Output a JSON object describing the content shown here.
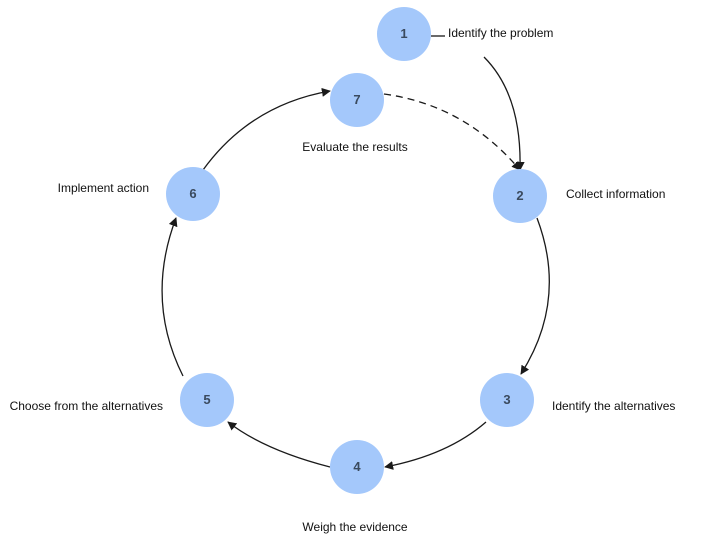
{
  "diagram": {
    "node_color": "#a4c8fb",
    "steps": [
      {
        "number": "1",
        "label": "Identify the problem"
      },
      {
        "number": "2",
        "label": "Collect information"
      },
      {
        "number": "3",
        "label": "Identify the alternatives"
      },
      {
        "number": "4",
        "label": "Weigh the evidence"
      },
      {
        "number": "5",
        "label": "Choose from the alternatives"
      },
      {
        "number": "6",
        "label": "Implement action"
      },
      {
        "number": "7",
        "label": "Evaluate the results"
      }
    ]
  }
}
